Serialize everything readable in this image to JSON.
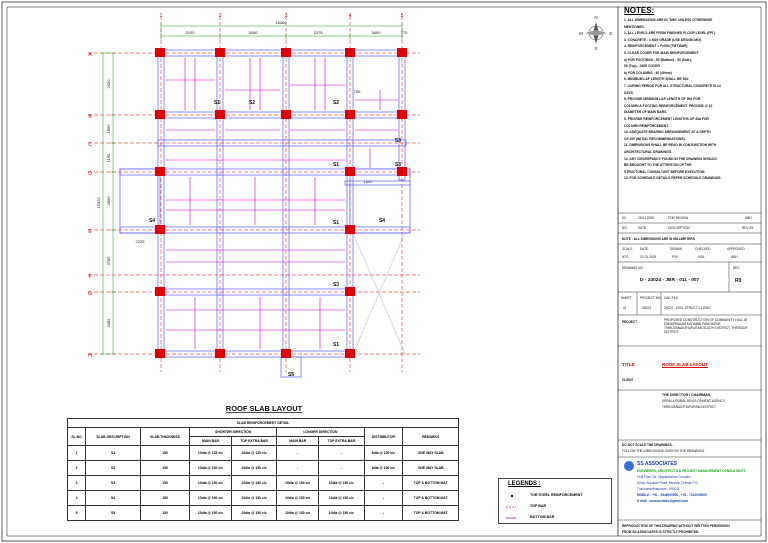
{
  "drawing": {
    "title": "ROOF SLAB LAYOUT",
    "overall_dim": "16460",
    "bay_dims_top": [
      "3100",
      "3000",
      "3375",
      "3400",
      "770"
    ],
    "left_dims": [
      "2030",
      "1890",
      "1165",
      "2800",
      "3785",
      "3082"
    ],
    "small_dims": [
      "750",
      "1600",
      "2225"
    ],
    "grid_cols": [
      "1",
      "2",
      "3",
      "4",
      "5"
    ],
    "grid_rows": [
      "A",
      "B",
      "C",
      "D",
      "E",
      "F",
      "G",
      "H"
    ],
    "slab_marks": [
      "S1",
      "S2",
      "S3",
      "S4",
      "S5",
      "S2",
      "S1",
      "S3",
      "S1",
      "S3",
      "S4",
      "S1"
    ]
  },
  "notes": {
    "title": "NOTES:",
    "lines": [
      "1. ALL DIMENSIONS ARE IN \"MM\" UNLESS OTHERWISE",
      "   MENTIONED.",
      "2. ALL LEVELS ARE FROM FINISHED FLOOR LEVEL (FFL)",
      "3. CONCRETE : = M25 GRADE (USE DESIGN MIX)",
      "4. REINFORCEMENT = Fe500 (TMT BAR)",
      "5. CLEAR COVER FOR MAIN REINFORCEMENT",
      "   a) FOR FOOTINGS : 50 (Bottom) - 50 (Side),",
      "      50 (Top) - SIDE COVER",
      "   b) FOR COLUMNS : 40 (40mm)",
      "6. MINIMUM LAP LENGTH SHALL BE 50d",
      "7. CURING PERIOD FOR ALL STRUCTURAL CONCRETE IS 14",
      "   DAYS.",
      "8. PROVIDE MINIMUM LAP LENGTH OF 50d FOR",
      "   COLUMN & FOOTING REINFORCEMENT. PROVIDE @ 10",
      "   DIAMETER OF MAIN BARS.",
      "9. PROVIDE REINFORCEMENT LENGTHS OF 45d FOR",
      "   COLUMN REINFORCEMENT.",
      "10. ADEQUATE BEARING ARRANGEMENT AT A DEPTH",
      "   OF 300 (INITIAL RECOMMENDATIONS).",
      "11. DIMENSIONS SHALL BE READ IN CONJUNCTION WITH",
      "   ARCHITECTURAL DRAWINGS.",
      "12. ANY DISCREPANCY FOUND IN THE DRAWING SHOULD",
      "   BE BROUGHT TO THE ATTENTION OF THE",
      "   STRUCTURAL CONSULTANT BEFORE EXECUTION.",
      "13. FOR SCHEDULE DETAILS REFER SCHEDULE DRAWINGS."
    ]
  },
  "title_block": {
    "rev_header": [
      "NO",
      "DATE",
      "DESCRIPTION",
      "REV BY"
    ],
    "rev_row": [
      "00",
      "25.01.2025",
      "FOR REVIEW",
      "ABH"
    ],
    "units_note": "NOTE : ALL DIMENSIONS ARE IN MILLIMETERS",
    "info_header": [
      "SCALE",
      "DATE",
      "DRAWN",
      "CHECKED",
      "APPROVED"
    ],
    "info_row": [
      "NTS",
      "21-01-2025",
      "PVK",
      "VSA",
      "ABH"
    ],
    "drawing_no_label": "DRAWING NO",
    "drawing_no": "D - 24024 - JBR - 011 - 007",
    "rev_label": "REV",
    "rev_value": "R0",
    "sheet_label": "SHEET",
    "sheet_no": "01",
    "project_no_label": "PROJECT NO",
    "project_no": "24024",
    "cad_file_label": "CAD FILE",
    "cad_file": "24024 - CIVIL-STRUCT-01.DWG",
    "project_label": "PROJECT",
    "project_desc": "PROPOSED CONSTRUCTION OF COMMUNITY HALL AT ENNAPPADAM KADAMBI PANCHAYAT, THIRUVANANTHAPURAM SOUTH DISTRICT, THRISSUR DISTRICT.",
    "title_label": "TITLE",
    "title_value": "ROOF SLAB LAYOUT",
    "client_label": "CLIENT",
    "client_value": "THE DIRECTOR / CHAIRMAN,",
    "client_line2": "KERALA RURAL DEVELOPMENT AGENCY,",
    "client_line3": "THIRUVANANTHAPURAM DISTRICT.",
    "copyright_1": "DO NOT SCALE THE DRAWINGS.",
    "copyright_2": "FOLLOW THE DIMENSIONS GIVEN IN THE DRAWINGS.",
    "firm_name": "SS ASSOCIATES",
    "firm_line1": "ENGINEERS, ARCHITECTS & PROJECT MANAGEMENT CONSULTANTS",
    "firm_line2": "First Floor 2A, Vijayalakshmi Complex,",
    "firm_line3": "Ulloor-Akkulam Road, Medical College P.O,",
    "firm_line4": "Thiruvananthapuram - 695011",
    "firm_line5": "MOBILE : +91 - 9446000000 , +91 - 7012000000",
    "firm_line6": "E-mail : ssassociates@gmail.com",
    "footer_1": "REPRODUCTION OF THIS DRAWING WITHOUT WRITTEN PERMISSION",
    "footer_2": "FROM SS ASSOCIATES IS STRICTLY PROHIBITED."
  },
  "schedule": {
    "title": "SLAB REINFORCEMENT DETAIL",
    "group_short": "SHORTER DIRECTION",
    "group_long": "LONGER DIRECTION",
    "headers": [
      "SL.NO",
      "SLAB DESCRIPTION",
      "SLAB THICKNESS",
      "MAIN BAR",
      "TOP EXTRA BAR",
      "MAIN BAR",
      "TOP EXTRA BAR",
      "DISTRIBUTOR",
      "REMARKS"
    ],
    "rows": [
      [
        "1",
        "S1",
        "150",
        "10dia @ 125 c/c",
        "10dia @ 125 c/c",
        "-",
        "-",
        "8dia @ 150 c/c",
        "ONE WAY SLAB"
      ],
      [
        "2",
        "S2",
        "150",
        "10dia @ 150 c/c",
        "10dia @ 150 c/c",
        "-",
        "-",
        "8dia @ 150 c/c",
        "ONE WAY SLAB"
      ],
      [
        "3",
        "S3",
        "150",
        "10dia @ 150 c/c",
        "10dia @ 150 c/c",
        "10dia @ 150 c/c",
        "10dia @ 150 c/c",
        "-",
        "TOP & BOTTOM MAT"
      ],
      [
        "4",
        "S4",
        "150",
        "10dia @ 150 c/c",
        "10dia @ 150 c/c",
        "10dia @ 150 c/c",
        "10dia @ 150 c/c",
        "-",
        "TOP & BOTTOM MAT"
      ],
      [
        "5",
        "S5",
        "150",
        "10dia @ 150 c/c",
        "10dia @ 150 c/c",
        "10dia @ 150 c/c",
        "10dia @ 150 c/c",
        "-",
        "TOP & BOTTOM MAT"
      ]
    ]
  },
  "legend": {
    "title": "LEGENDS :",
    "items": [
      "TOR STEEL REINFORCEMENT",
      "TOP BAR",
      "BOTTOM BAR"
    ]
  },
  "north": {
    "n": "N",
    "e": "E",
    "s": "S",
    "w": "W"
  },
  "colors": {
    "beam": "#5b5bff",
    "column": "#e00000",
    "grid": "#e00000",
    "rebar": "#d000d0",
    "dim": "#18a018"
  }
}
